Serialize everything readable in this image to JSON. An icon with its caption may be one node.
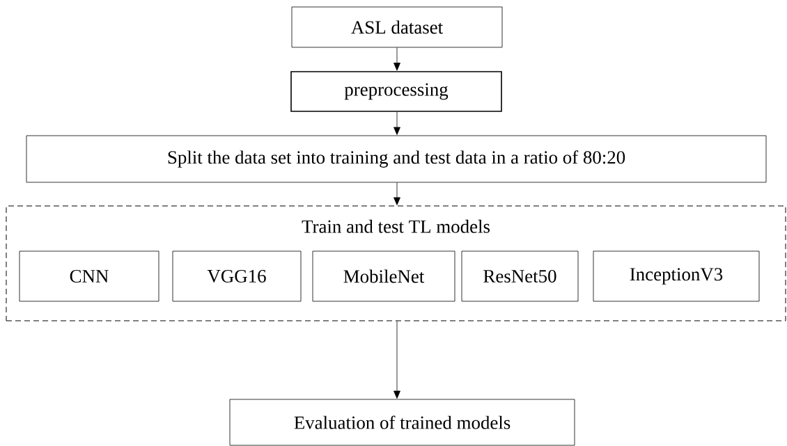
{
  "diagram": {
    "nodes": [
      {
        "text": [
          "ASL dataset"
        ]
      },
      {
        "text": [
          "preprocessing"
        ]
      },
      {
        "text": [
          "Split the data set into training and test data in a ratio of 80:20"
        ]
      },
      {
        "text": [
          "Train and test TL models"
        ]
      },
      {
        "text": [
          "CNN"
        ],
        "in": 3
      },
      {
        "text": [
          "VGG16"
        ],
        "in": 3
      },
      {
        "text": [
          "MobileNet"
        ],
        "in": 3
      },
      {
        "text": [
          "ResNet50"
        ],
        "in": 3
      },
      {
        "text": [
          "InceptionV3"
        ],
        "in": 3
      },
      {
        "text": [
          "Evaluation of trained models"
        ]
      }
    ],
    "edges": [
      {
        "from": 0,
        "to": 1,
        "arrow": "to"
      },
      {
        "from": 1,
        "to": 2,
        "arrow": "to"
      },
      {
        "from": 2,
        "to": 3,
        "arrow": "to"
      },
      {
        "from": 3,
        "to": 9,
        "arrow": "to"
      }
    ]
  }
}
